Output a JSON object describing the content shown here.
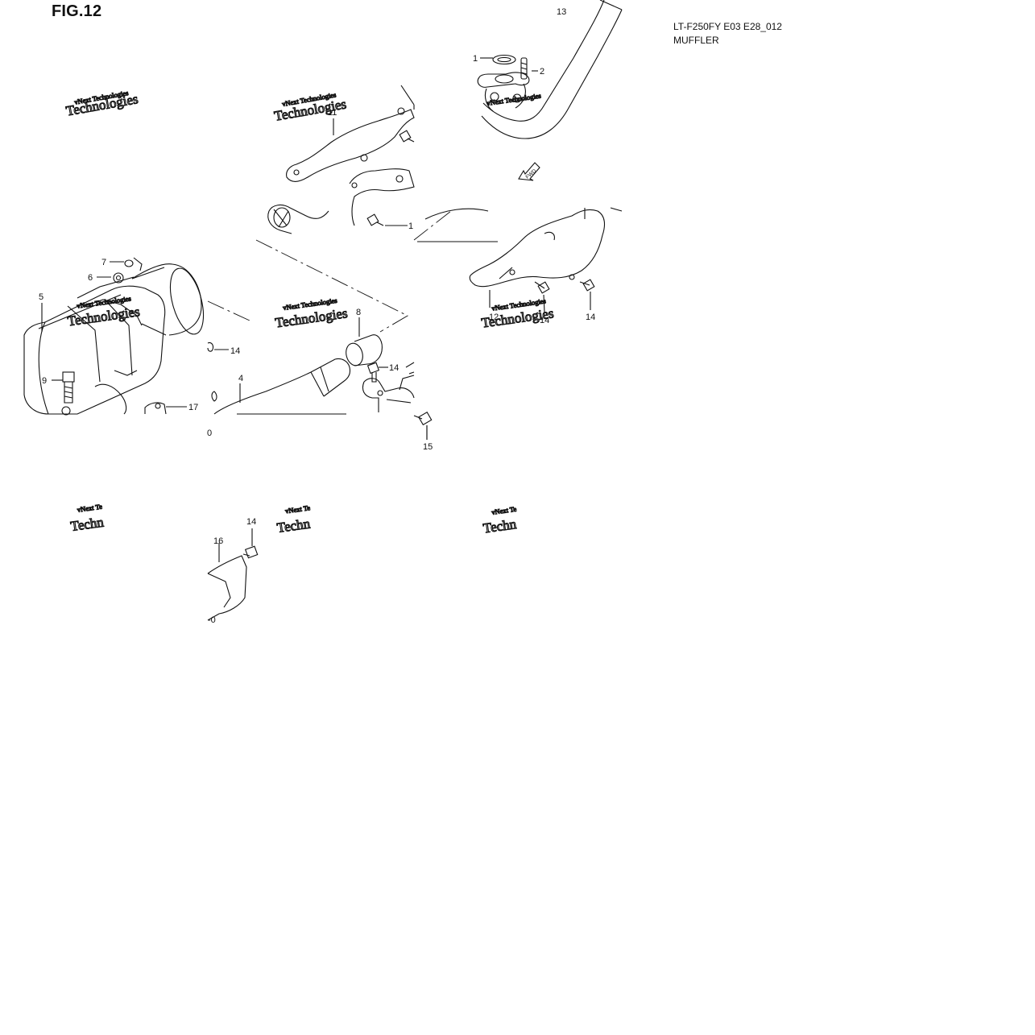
{
  "figure": {
    "title": "FIG.12"
  },
  "model": {
    "code": "LT-F250FY E03 E28_012",
    "name": "MUFFLER"
  },
  "forward_arrow_text": "FWD",
  "watermark": {
    "line1": "vNext Technologies",
    "line2": "Technologies",
    "short1": "vNext Te",
    "short2": "Techn"
  },
  "callouts": {
    "c1": "1",
    "c2": "2",
    "c4": "4",
    "c5": "5",
    "c6": "6",
    "c7": "7",
    "c8": "8",
    "c9": "9",
    "c10": "1",
    "c10b": "0",
    "c11": "11",
    "c12": "12",
    "c13": "13",
    "c14a": "14",
    "c14b": "14",
    "c14c": "14",
    "c14d": "14",
    "c14e": "14",
    "c15": "15",
    "c16": "16",
    "c17": "17"
  }
}
